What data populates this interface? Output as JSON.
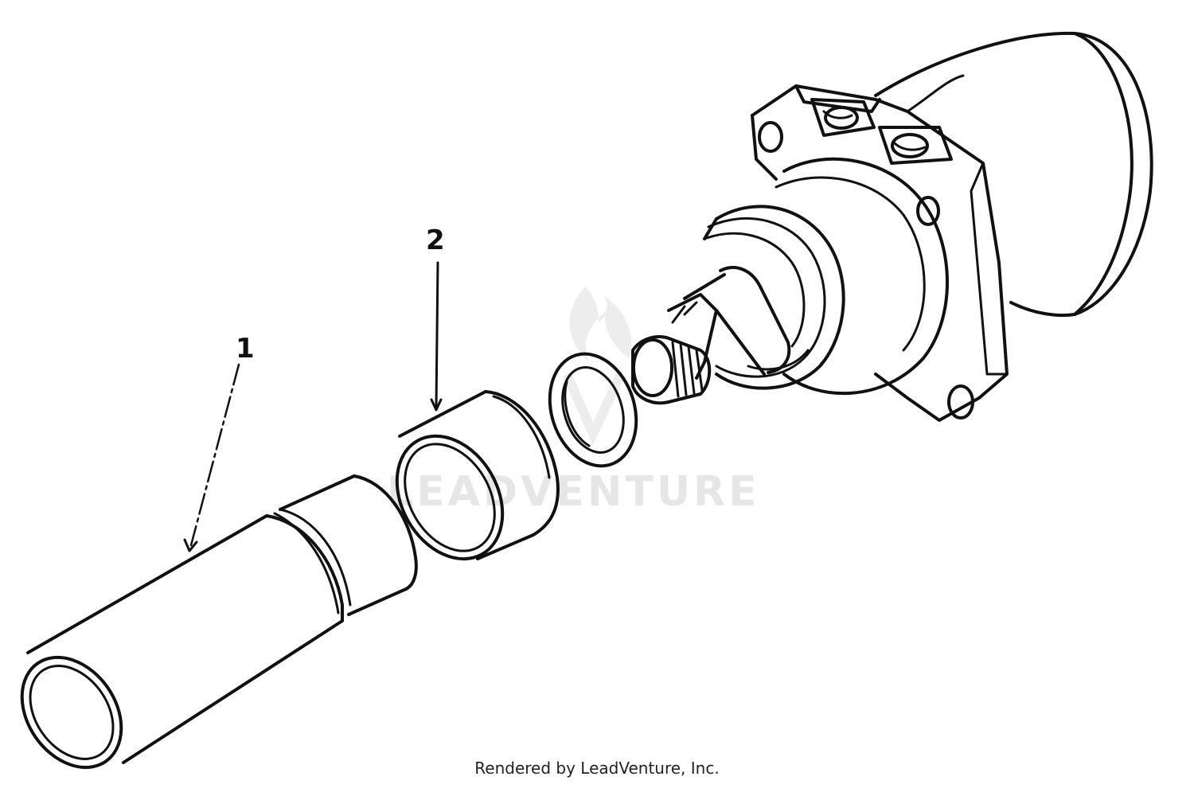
{
  "diagram": {
    "callouts": [
      {
        "id": "1",
        "label": "1"
      },
      {
        "id": "2",
        "label": "2"
      }
    ],
    "watermark": "LEADVENTURE",
    "credit": "Rendered by LeadVenture, Inc."
  },
  "colors": {
    "ink": "#111111",
    "watermark": "#e6e6e6",
    "background": "#ffffff"
  }
}
